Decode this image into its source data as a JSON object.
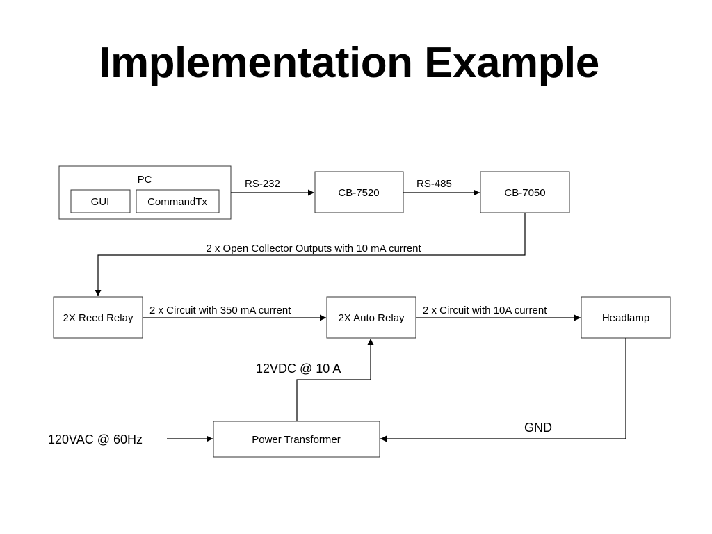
{
  "title": "Implementation Example",
  "blocks": {
    "pc": {
      "label": "PC",
      "gui": "GUI",
      "command_tx": "CommandTx"
    },
    "cb7520": "CB-7520",
    "cb7050": "CB-7050",
    "reed_relay": "2X Reed Relay",
    "auto_relay": "2X Auto Relay",
    "headlamp": "Headlamp",
    "power_transformer": "Power Transformer"
  },
  "links": {
    "rs232": "RS-232",
    "rs485": "RS-485",
    "open_collector": "2 x Open Collector Outputs with 10 mA current",
    "circuit_350ma": "2 x Circuit with 350 mA current",
    "circuit_10a": "2 x Circuit with 10A current",
    "vdc_12": "12VDC @ 10 A",
    "vac_120": "120VAC @ 60Hz",
    "gnd": "GND"
  }
}
